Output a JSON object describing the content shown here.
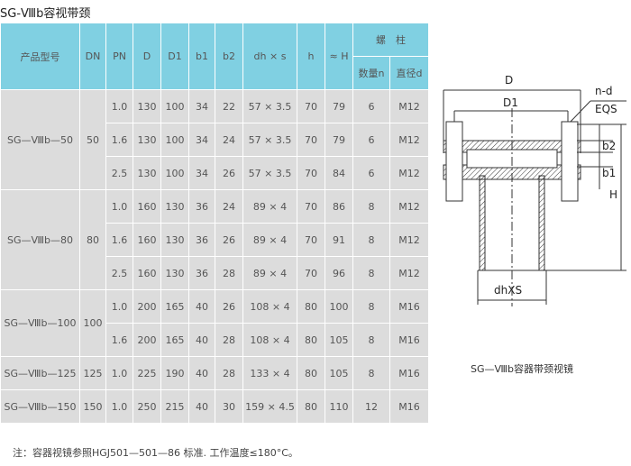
{
  "title": "SG-Ⅷb容视带颈",
  "headers": {
    "model": "产品型号",
    "dn": "DN",
    "pn": "PN",
    "d": "D",
    "d1": "D1",
    "b1": "b1",
    "b2": "b2",
    "dhs": "dh × s",
    "h": "h",
    "H": "≈ H",
    "bolt": "螺　柱",
    "qty": "数量n",
    "dia": "直径d"
  },
  "groups": [
    {
      "model": "SG—Ⅷb—50",
      "dn": "50",
      "rows": [
        [
          "1.0",
          "130",
          "100",
          "34",
          "22",
          "57 × 3.5",
          "70",
          "79",
          "6",
          "M12"
        ],
        [
          "1.6",
          "130",
          "100",
          "34",
          "24",
          "57 × 3.5",
          "70",
          "79",
          "6",
          "M12"
        ],
        [
          "2.5",
          "130",
          "100",
          "34",
          "26",
          "57 × 3.5",
          "70",
          "84",
          "6",
          "M12"
        ]
      ]
    },
    {
      "model": "SG—Ⅷb—80",
      "dn": "80",
      "rows": [
        [
          "1.0",
          "160",
          "130",
          "36",
          "24",
          "89 × 4",
          "70",
          "86",
          "8",
          "M12"
        ],
        [
          "1.6",
          "160",
          "130",
          "36",
          "26",
          "89 × 4",
          "70",
          "91",
          "8",
          "M12"
        ],
        [
          "2.5",
          "160",
          "130",
          "36",
          "28",
          "89 × 4",
          "70",
          "96",
          "8",
          "M12"
        ]
      ]
    },
    {
      "model": "SG—Ⅷb—100",
      "dn": "100",
      "rows": [
        [
          "1.0",
          "200",
          "165",
          "40",
          "26",
          "108 × 4",
          "80",
          "100",
          "8",
          "M16"
        ],
        [
          "1.6",
          "200",
          "165",
          "40",
          "28",
          "108 × 4",
          "80",
          "105",
          "8",
          "M16"
        ]
      ]
    },
    {
      "model": "SG—Ⅷb—125",
      "dn": "125",
      "rows": [
        [
          "1.0",
          "225",
          "190",
          "40",
          "28",
          "133 × 4",
          "80",
          "105",
          "8",
          "M16"
        ]
      ]
    },
    {
      "model": "SG—Ⅷb—150",
      "dn": "150",
      "rows": [
        [
          "1.0",
          "250",
          "215",
          "40",
          "30",
          "159 × 4.5",
          "80",
          "110",
          "12",
          "M16"
        ]
      ]
    }
  ],
  "note": "注：容器视镜参照HGJ501—501—86 标准. 工作温度≤180°C。",
  "figure": {
    "D": "D",
    "D1": "D1",
    "nd": "n-d",
    "eqs": "EQS",
    "b1": "b1",
    "b2": "b2",
    "H": "H",
    "dhxs": "dhXS",
    "caption": "SG—Ⅷb容器带颈视镜"
  }
}
